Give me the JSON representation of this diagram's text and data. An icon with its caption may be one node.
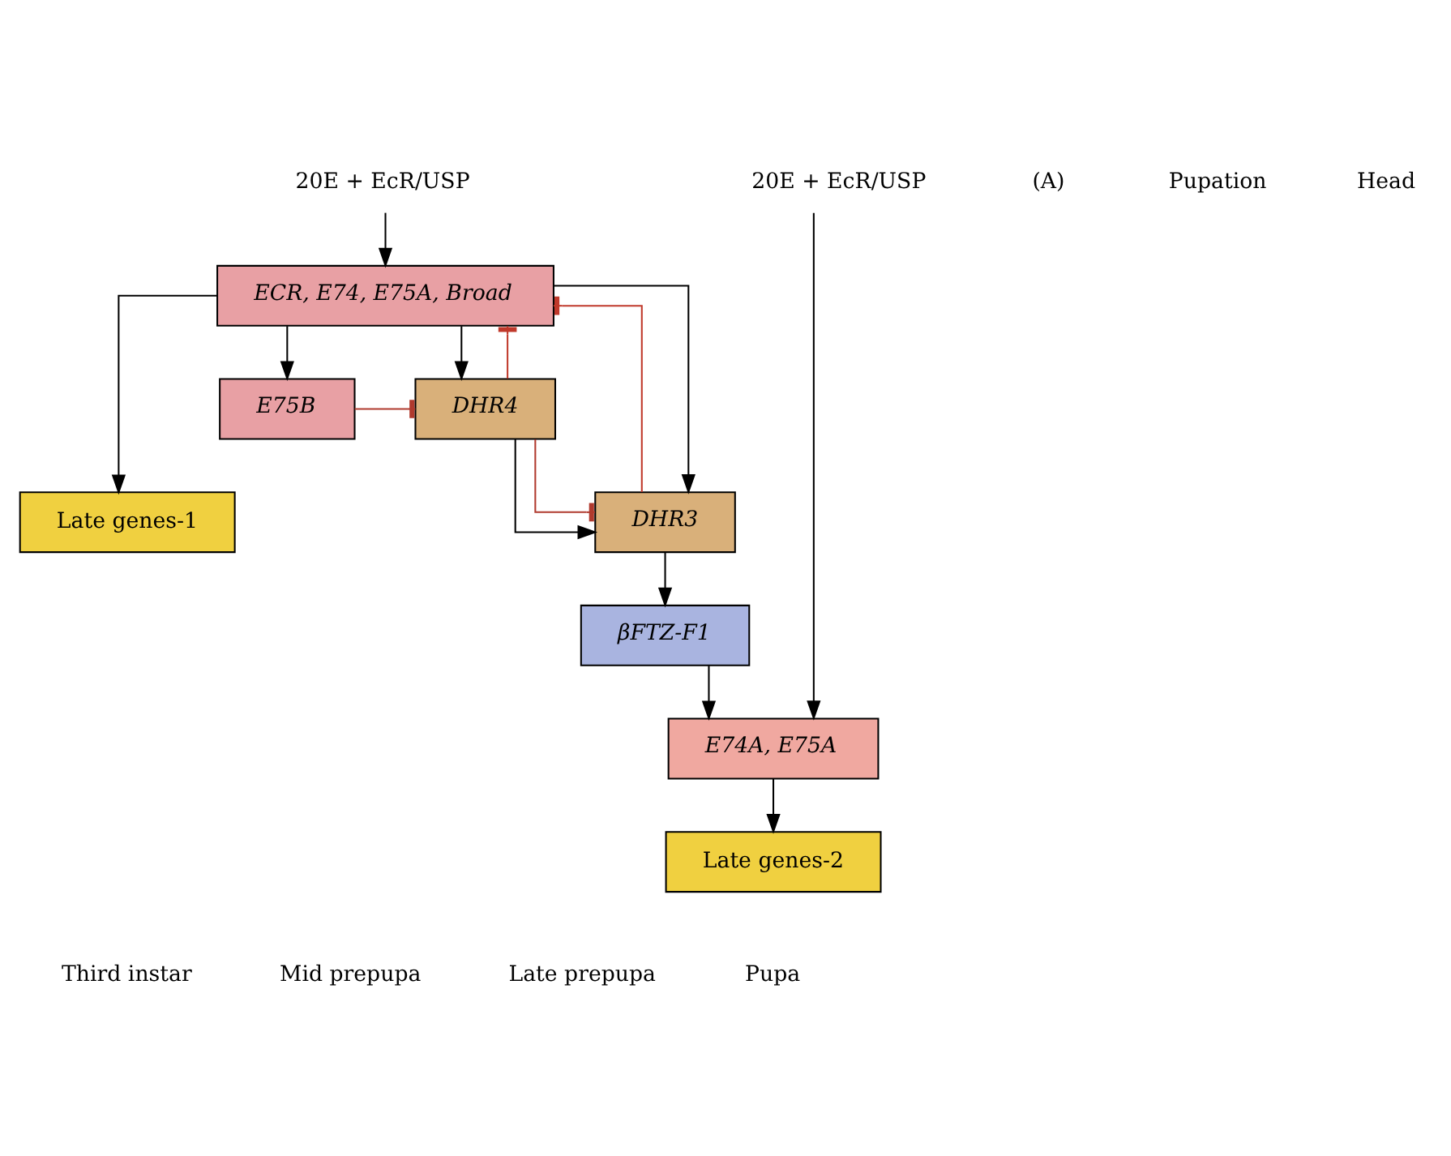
{
  "diagram": {
    "nodes": [
      {
        "text": [
          "20E + EcR/USP"
        ]
      },
      {
        "text": [
          "ECR, E74, E75A, Broad"
        ]
      },
      {
        "text": [
          "E75B"
        ]
      },
      {
        "text": [
          "DHR4"
        ]
      },
      {
        "text": [
          "DHR3"
        ]
      },
      {
        "text": [
          "βFTZ-F1"
        ]
      },
      {
        "text": [
          "Late genes-1"
        ]
      },
      {
        "text": [
          "20E + EcR/USP"
        ]
      },
      {
        "text": [
          "E74A, E75A"
        ]
      },
      {
        "text": [
          "Late genes-2"
        ]
      }
    ],
    "edges": [
      {
        "from": 0,
        "to": 1,
        "arrow": "to"
      },
      {
        "from": 1,
        "to": 2,
        "arrow": "to"
      },
      {
        "from": 1,
        "to": 3,
        "arrow": "to"
      },
      {
        "from": 1,
        "to": 4,
        "arrow": "to"
      },
      {
        "from": 1,
        "to": 6,
        "arrow": "to"
      },
      {
        "from": 2,
        "to": 3,
        "arrow": "other",
        "color": "#b03a2e"
      },
      {
        "from": 3,
        "to": 1,
        "arrow": "other",
        "color": "#c0392b"
      },
      {
        "from": 4,
        "to": 1,
        "arrow": "other",
        "color": "#c0392b"
      },
      {
        "from": 3,
        "to": 4,
        "arrow": "other",
        "color": "#b03a2e"
      },
      {
        "from": 3,
        "to": 4,
        "arrow": "to"
      },
      {
        "from": 4,
        "to": 5,
        "arrow": "to"
      },
      {
        "from": 5,
        "to": 8,
        "arrow": "to"
      },
      {
        "from": 7,
        "to": 8,
        "arrow": "to"
      },
      {
        "from": 8,
        "to": 9,
        "arrow": "to"
      }
    ],
    "labels": [
      "(A)",
      "Pupation",
      "Head",
      "Third instar",
      "Mid prepupa",
      "Late prepupa",
      "Pupa"
    ]
  }
}
